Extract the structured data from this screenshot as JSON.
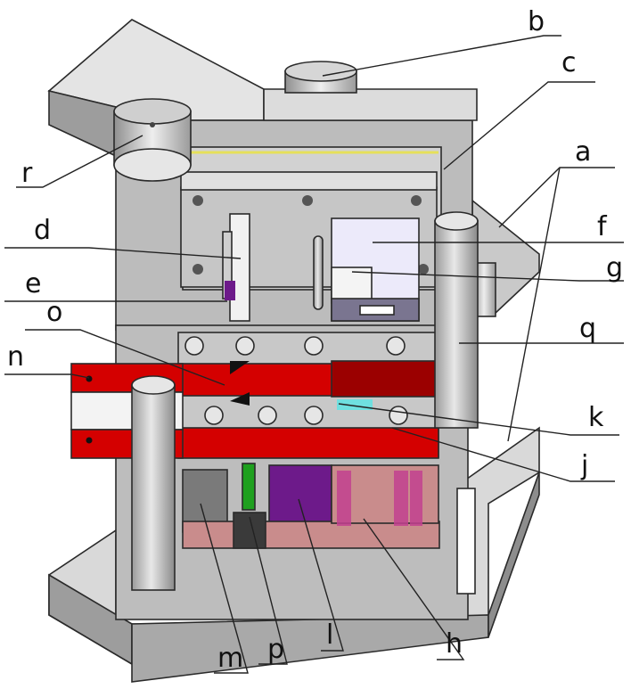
{
  "labels": {
    "a": "a",
    "b": "b",
    "c": "c",
    "d": "d",
    "e": "e",
    "f": "f",
    "g": "g",
    "h": "h",
    "j": "j",
    "k": "k",
    "l": "l",
    "m": "m",
    "n": "n",
    "o": "o",
    "p": "p",
    "q": "q",
    "r": "r"
  },
  "colors": {
    "frame": "#bfbfbf",
    "frame_dark": "#8e8e8e",
    "frame_light": "#e2e2e2",
    "red_part": "#d40000",
    "red_dark": "#9b0000",
    "pink_block": "#c98c8c",
    "violet_block": "#6d1a8a",
    "lavender": "#eceafa",
    "purple_grey": "#7a7590",
    "green": "#1ea01e",
    "cyan": "#6fe0e0",
    "spring": "#c2418f",
    "pillar": "#b8b8b8",
    "yellow": "#e6e05a"
  },
  "icons": [
    "guide-pillar-icon",
    "bushing-icon",
    "socket-screw-icon",
    "spring-icon"
  ]
}
